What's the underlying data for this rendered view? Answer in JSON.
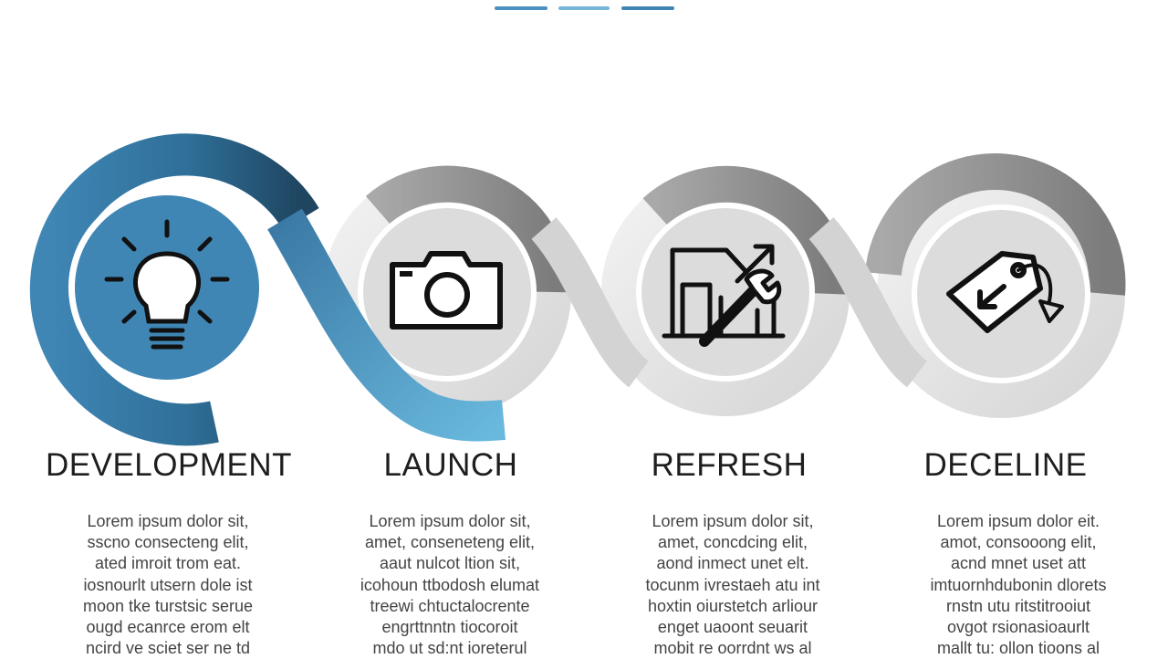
{
  "colors": {
    "accent_blue": "#3f86b5",
    "accent_dark": "#1f4560",
    "accent_light": "#5fb0d6",
    "gray": "#9a9a9a",
    "light_gray": "#e4e4e4"
  },
  "stages": [
    {
      "title": "DEVELOPMENT",
      "icon": "lightbulb-icon",
      "description": [
        "Lorem ipsum dolor sit,",
        "sscno consecteng elit,",
        "ated imroit trom eat.",
        "iosnourlt utsern dole ist",
        "moon tke turstsic serue",
        "ougd ecanrce erom elt",
        "ncird ve sciet ser ne td"
      ]
    },
    {
      "title": "LAUNCH",
      "icon": "camera-icon",
      "description": [
        "Lorem ipsum dolor sit,",
        "amet, conseneteng elit,",
        "aaut nulcot ltion sit,",
        "icohoun ttbodosh elumat",
        "treewi chtuctalocrente",
        "engrttnntn tiocoroit",
        "mdo ut sd:nt ioreterul"
      ]
    },
    {
      "title": "REFRESH",
      "icon": "chart-wrench-icon",
      "description": [
        "Lorem ipsum dolor sit,",
        "amet, concdcing elit,",
        "aond inmect unet elt.",
        "tocunm ivrestaeh atu int",
        "hoxtin oiurstetch arliour",
        "enget uaoont seuarit",
        "mobit re oorrdnt ws al"
      ]
    },
    {
      "title": "DECELINE",
      "icon": "tag-down-icon",
      "description": [
        "Lorem ipsum dolor eit.",
        "amot, consooong elit,",
        "acnd mnet uset att",
        "imtuornhdubonin dlorets",
        "rnstn utu ritstitrooiut",
        "ovgot rsionasioaurlt",
        "mallt tu: ollon tioons al"
      ]
    }
  ]
}
